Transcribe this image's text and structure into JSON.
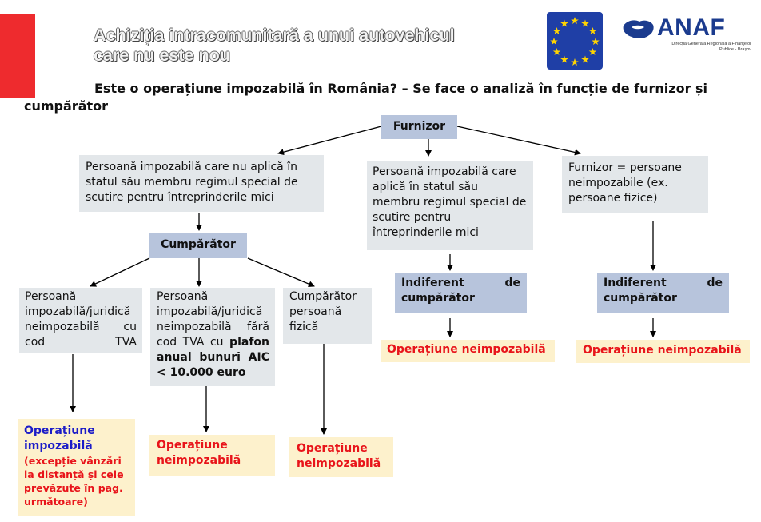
{
  "header": {
    "title_line1": "Achiziția intracomunitară a unui autovehicul",
    "title_line2": "care nu este nou",
    "logo_eu": "eu-flag-icon",
    "logo_anaf": "ANAF",
    "logo_anaf_subtitle": "Direcția Generală Regională a Finanțelor Publice - Brașov"
  },
  "question": {
    "underlined": "Este o operațiune impozabilă în România?",
    "rest": " – Se face o analiză în funcție de furnizor și cumpărător"
  },
  "diagram": {
    "root": "Furnizor",
    "branches": [
      {
        "supplier": "Persoană impozabilă care nu aplică în statul său membru regimul special de scutire pentru întreprinderile mici",
        "buyer_node": "Cumpărător",
        "buyers": [
          {
            "label": "Persoană impozabilă/juridică neimpozabilă cu cod TVA",
            "result_title": "Operațiune impozabilă",
            "result_note": "(excepție vânzări la distanță și cele prevăzute în pag. următoare)"
          },
          {
            "label_plain": "Persoană impozabilă/juridică neimpozabilă fără cod TVA cu ",
            "label_bold": "plafon anual bunuri AIC < 10.000 euro",
            "result": "Operațiune neimpozabilă"
          },
          {
            "label": "Cumpărător persoană fizică",
            "result": "Operațiune neimpozabilă"
          }
        ]
      },
      {
        "supplier": "Persoană impozabilă care aplică în statul său membru regimul special de scutire pentru întreprinderile mici",
        "buyer_word1": "Indiferent",
        "buyer_word2": "de",
        "buyer_word3": "cumpărător",
        "result": "Operațiune neimpozabilă"
      },
      {
        "supplier": "Furnizor = persoane neimpozabile (ex. persoane fizice)",
        "buyer_word1": "Indiferent",
        "buyer_word2": "de",
        "buyer_word3": "cumpărător",
        "result": "Operațiune neimpozabilă"
      }
    ]
  },
  "colors": {
    "red_accent": "#ee2b2e",
    "gray_box": "#e3e7ea",
    "blue_box": "#b7c4dc",
    "cream_box": "#fdf1cc",
    "result_red": "#e8141a",
    "result_blue": "#1c1cc8"
  }
}
